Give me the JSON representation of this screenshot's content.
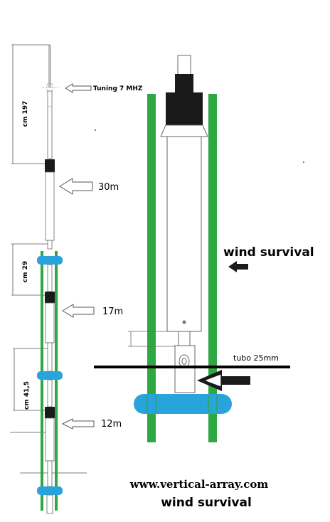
{
  "labels": {
    "tuning": "Tuning 7 MHZ",
    "dim_197": "cm 197",
    "band_30m": "30m",
    "dim_29": "cm 29",
    "band_17m": "17m",
    "dim_41_5": "cm 41,5",
    "band_12m": "12m",
    "wind_survival_side": "wind survival",
    "tube": "tubo 25mm",
    "website": "www.vertical-array.com",
    "wind_survival_bottom": "wind survival"
  },
  "colors": {
    "support_green": "#2fa843",
    "clamp_blue": "#29a3dc",
    "cap_black": "#1a1a1a",
    "line": "#555555"
  }
}
